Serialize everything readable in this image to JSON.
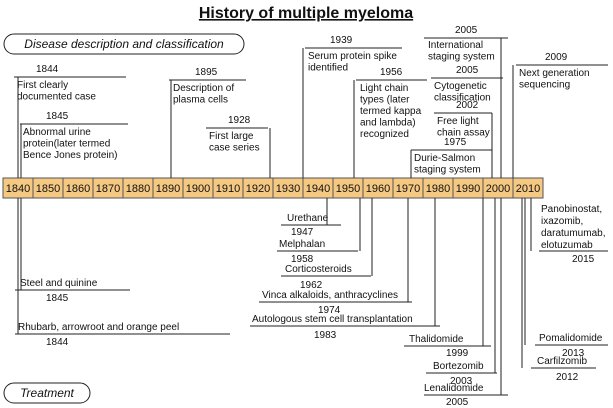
{
  "title": "History of multiple myeloma",
  "sections": {
    "disease": "Disease description and classification",
    "treatment": "Treatment"
  },
  "decades": [
    "1840",
    "1850",
    "1860",
    "1870",
    "1880",
    "1890",
    "1900",
    "1910",
    "1920",
    "1930",
    "1940",
    "1950",
    "1960",
    "1970",
    "1980",
    "1990",
    "2000",
    "2010"
  ],
  "colors": {
    "bar_fill": "#f6c983",
    "bar_stroke": "#555555",
    "text": "#111111"
  },
  "disease_events": [
    {
      "id": "first-case",
      "year": "1844",
      "lines": [
        "First clearly",
        "documented case"
      ]
    },
    {
      "id": "bence-jones",
      "year": "1845",
      "lines": [
        "Abnormal urine",
        "protein(later termed",
        "Bence Jones protein)"
      ]
    },
    {
      "id": "plasma-cells",
      "year": "1895",
      "lines": [
        "Description of",
        "plasma cells"
      ]
    },
    {
      "id": "case-series",
      "year": "1928",
      "lines": [
        "First large",
        "case series"
      ]
    },
    {
      "id": "protein-spike",
      "year": "1939",
      "lines": [
        "Serum protein spike",
        "identified"
      ]
    },
    {
      "id": "light-chain",
      "year": "1956",
      "lines": [
        "Light chain",
        "types (later",
        "termed kappa",
        "and lambda)",
        "recognized"
      ]
    },
    {
      "id": "durie-salmon",
      "year": "1975",
      "lines": [
        "Durie-Salmon",
        "staging system"
      ]
    },
    {
      "id": "free-light",
      "year": "2002",
      "lines": [
        "Free light",
        "chain assay"
      ]
    },
    {
      "id": "cytogenetic",
      "year": "2005",
      "lines": [
        "Cytogenetic",
        "classification"
      ]
    },
    {
      "id": "iss",
      "year": "2005",
      "lines": [
        "International",
        "staging system"
      ]
    },
    {
      "id": "ngs",
      "year": "2009",
      "lines": [
        "Next generation",
        "sequencing"
      ]
    }
  ],
  "treatment_events": [
    {
      "id": "urethane",
      "name": "Urethane",
      "year": "1947"
    },
    {
      "id": "melphalan",
      "name": "Melphalan",
      "year": "1958"
    },
    {
      "id": "corticosteroids",
      "name": "Corticosteroids",
      "year": "1962"
    },
    {
      "id": "vinca",
      "name": "Vinca alkaloids, anthracyclines",
      "year": "1974"
    },
    {
      "id": "asct",
      "name": "Autologous stem cell transplantation",
      "year": "1983"
    },
    {
      "id": "steel-quinine",
      "name": "Steel and quinine",
      "year": "1845"
    },
    {
      "id": "rhubarb",
      "name": "Rhubarb, arrowroot and orange peel",
      "year": "1844"
    },
    {
      "id": "thalidomide",
      "name": "Thalidomide",
      "year": "1999"
    },
    {
      "id": "bortezomib",
      "name": "Bortezomib",
      "year": "2003"
    },
    {
      "id": "lenalidomide",
      "name": "Lenalidomide",
      "year": "2005"
    },
    {
      "id": "panobinostat",
      "lines": [
        "Panobinostat,",
        "ixazomib,",
        "daratumumab,",
        "elotuzumab"
      ],
      "year": "2015"
    },
    {
      "id": "pomalidomide",
      "name": "Pomalidomide",
      "year": "2013"
    },
    {
      "id": "carfilzomib",
      "name": "Carfilzomib",
      "year": "2012"
    }
  ]
}
